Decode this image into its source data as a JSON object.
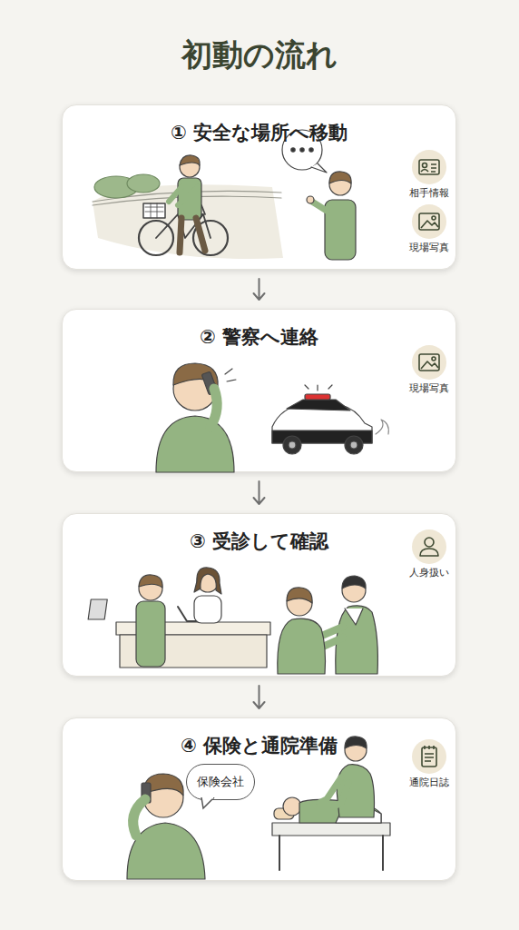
{
  "diagram": {
    "title": "初動の流れ",
    "nodes": [
      {
        "text": [
          "① 安全な場所へ移動"
        ]
      },
      {
        "text": [
          "相手情報"
        ],
        "in": 0
      },
      {
        "text": [
          "現場写真"
        ],
        "in": 0
      },
      {
        "text": [
          "② 警察へ連絡"
        ]
      },
      {
        "text": [
          "現場写真"
        ],
        "in": 3
      },
      {
        "text": [
          "③ 受診して確認"
        ]
      },
      {
        "text": [
          "人身扱い"
        ],
        "in": 5
      },
      {
        "text": [
          "④ 保険と通院準備"
        ]
      },
      {
        "text": [
          "保険会社"
        ],
        "in": 7
      },
      {
        "text": [
          "通院日誌"
        ],
        "in": 7
      }
    ],
    "edges": [
      {
        "from": 0,
        "to": 3,
        "arrow": "to"
      },
      {
        "from": 3,
        "to": 5,
        "arrow": "to"
      },
      {
        "from": 5,
        "to": 7,
        "arrow": "to"
      }
    ]
  }
}
